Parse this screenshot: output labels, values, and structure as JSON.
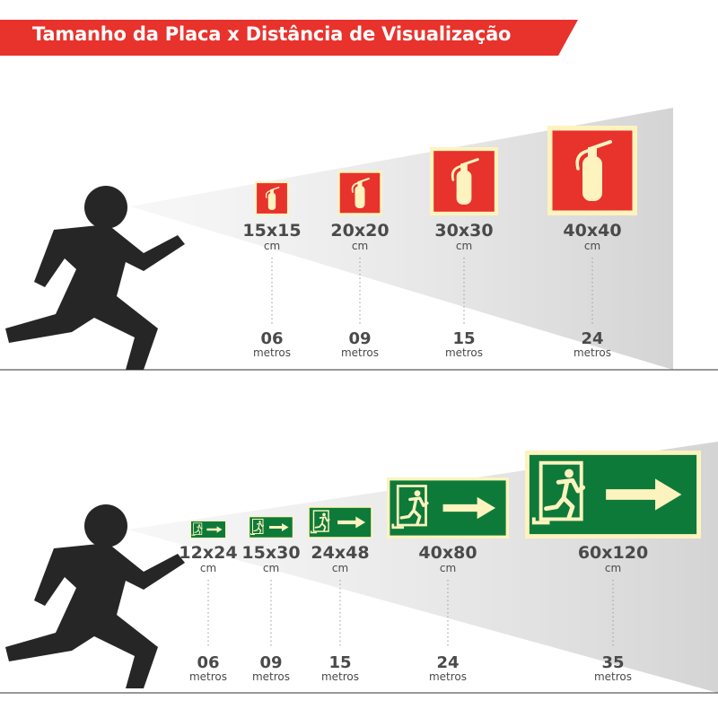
{
  "banner": {
    "title": "Tamanho da Placa x Distância de Visualização",
    "color": "#e8322c"
  },
  "colors": {
    "fire_sign_red": "#e8322c",
    "glow_yellow": "#fdf3be",
    "exit_green": "#0e7a3a",
    "text_gray": "#4a4a4a",
    "figure_dark": "#262626"
  },
  "sections": [
    {
      "sign_type": "extinguisher-sign",
      "units": {
        "size": "cm",
        "distance": "metros"
      },
      "items": [
        {
          "size": "15x15",
          "distance": "06"
        },
        {
          "size": "20x20",
          "distance": "09"
        },
        {
          "size": "30x30",
          "distance": "15"
        },
        {
          "size": "40x40",
          "distance": "24"
        }
      ]
    },
    {
      "sign_type": "exit-sign",
      "units": {
        "size": "cm",
        "distance": "metros"
      },
      "items": [
        {
          "size": "12x24",
          "distance": "06"
        },
        {
          "size": "15x30",
          "distance": "09"
        },
        {
          "size": "24x48",
          "distance": "15"
        },
        {
          "size": "40x80",
          "distance": "24"
        },
        {
          "size": "60x120",
          "distance": "35"
        }
      ]
    }
  ]
}
